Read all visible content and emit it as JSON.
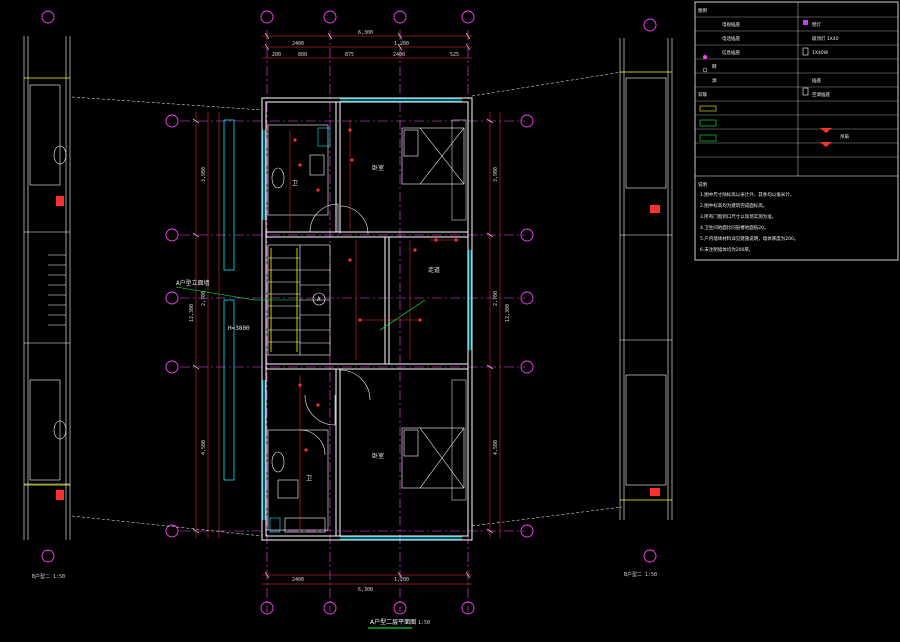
{
  "drawing": {
    "title": "A户型二层平面图",
    "scale": "1:50",
    "left_caption": "B户型二 1:50",
    "right_caption": "B户型二 1:50"
  },
  "dimensions": {
    "top_total": "6,300",
    "top_seg_1": "2400",
    "top_seg_2": "1,200",
    "top_small": [
      "200",
      "800",
      "875",
      "2400",
      "525"
    ],
    "bottom_total": "6,300",
    "bottom_seg_1": "2400",
    "bottom_seg_2": "1,200",
    "left_total": "12,300",
    "left_segs": [
      "3,900",
      "2,700",
      "4,500"
    ],
    "right_total": "12,300",
    "right_segs": [
      "3,900",
      "2,700",
      "4,500"
    ]
  },
  "rooms": {
    "bedroom_top": "卧室",
    "bedroom_bottom": "卧室",
    "stair": "A",
    "hall": "走道",
    "bath_top": "卫",
    "bath_bottom": "卫",
    "note_left": "A户型立面墙",
    "note_left_2": "H=3800"
  },
  "legend": {
    "title": "图例",
    "items_left": [
      "电视插座",
      "电话插座",
      "信息插座",
      "网",
      "源",
      "双联"
    ],
    "items_right": [
      "壁灯",
      "吸顶灯 1X40",
      "1X40W",
      "插座",
      "空调插座",
      "吊扇"
    ],
    "notes_title": "说明",
    "notes": [
      "1.图中尺寸除标高以米计外，其余均以毫米计。",
      "2.图中标高均为建筑完成面标高。",
      "3.所有门窗洞口尺寸以现场实测为准。",
      "4.卫生间地面比同层楼地面低20。",
      "5.户内墙体材料详见建施说明，墙体厚度为200。",
      "6.未注明墙体均为200厚。"
    ]
  },
  "axes": {
    "top": [
      "",
      "",
      "",
      ""
    ],
    "left": [
      "",
      "",
      "",
      "",
      "",
      "",
      ""
    ]
  },
  "colors": {
    "background": "#000000",
    "axis": "#ff40ff",
    "wall": "#ffffff",
    "window": "#00e5ff",
    "dimension": "#ff3030",
    "fixture": "#ffff00",
    "green": "#00ff40"
  }
}
